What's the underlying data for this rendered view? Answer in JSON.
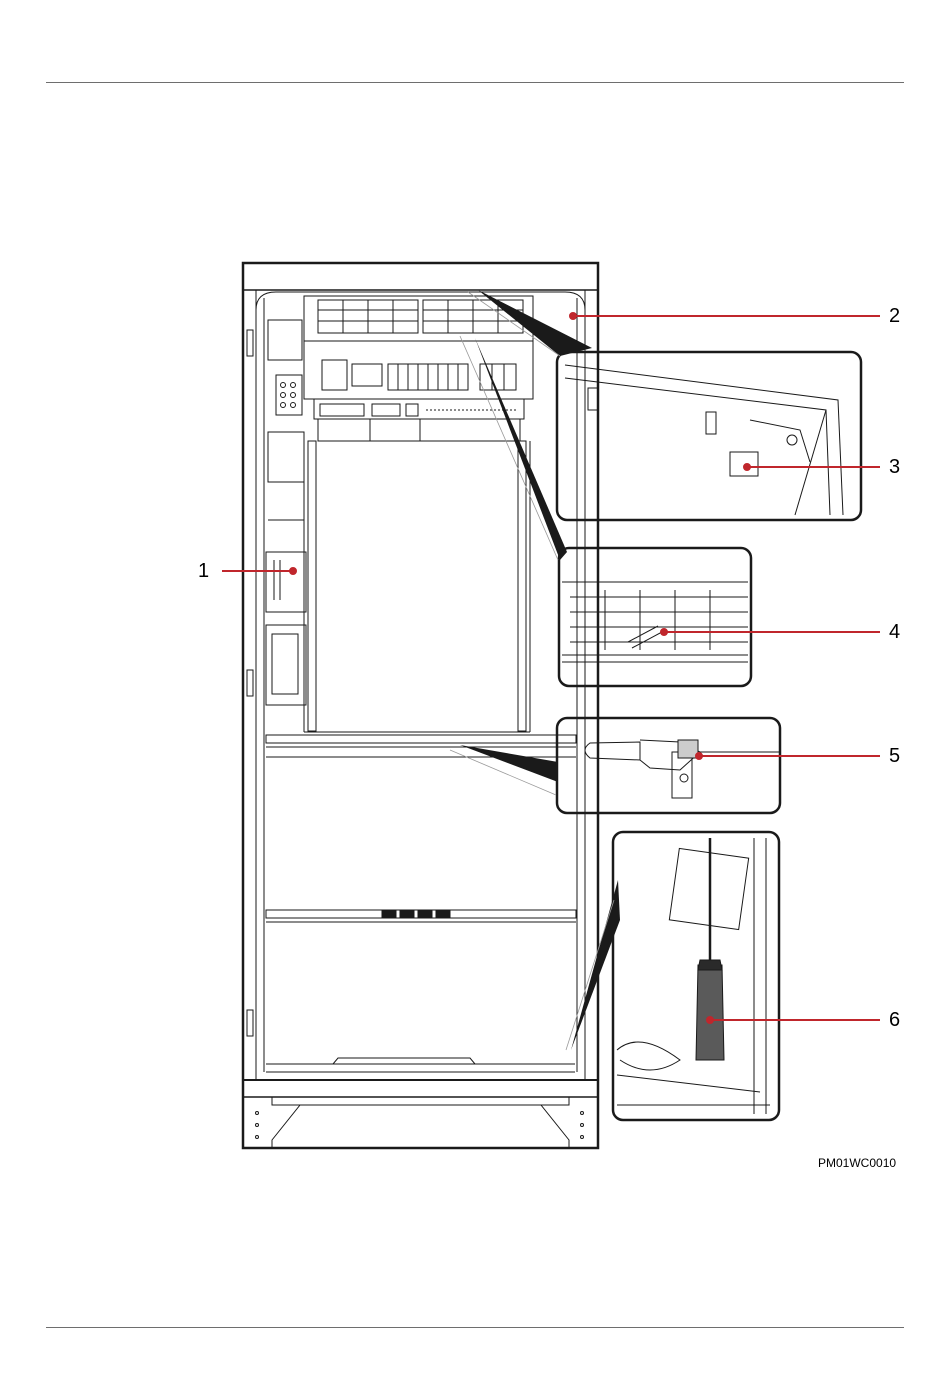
{
  "figure": {
    "code": "PM01WC0010",
    "callouts": [
      "1",
      "2",
      "3",
      "4",
      "5",
      "6"
    ],
    "leader_color": "#c0262c",
    "line_color": "#1a1a1a"
  }
}
